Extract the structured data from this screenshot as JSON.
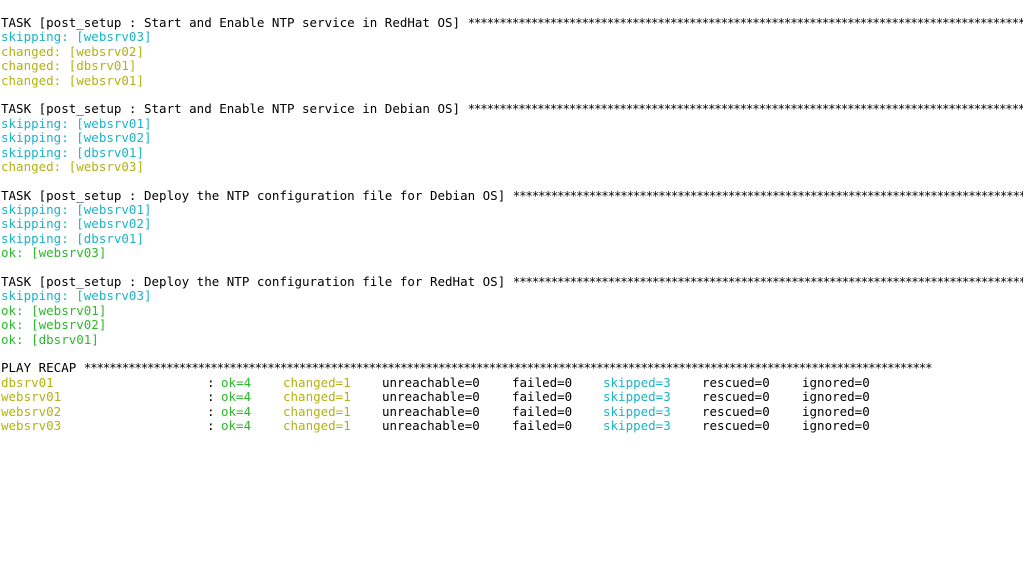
{
  "colors": {
    "skipping": "#1ab4c8",
    "changed": "#b2b212",
    "ok": "#2db82d",
    "default": "#000000",
    "background": "#ffffff"
  },
  "tasks": [
    {
      "title": "TASK [post_setup : Start and Enable NTP service in RedHat OS] ",
      "stars": "**************************************************************************************************************",
      "results": [
        {
          "status": "skipping",
          "text": "skipping: [websrv03]"
        },
        {
          "status": "changed",
          "text": "changed: [websrv02]"
        },
        {
          "status": "changed",
          "text": "changed: [dbsrv01]"
        },
        {
          "status": "changed",
          "text": "changed: [websrv01]"
        }
      ]
    },
    {
      "title": "TASK [post_setup : Start and Enable NTP service in Debian OS] ",
      "stars": "**************************************************************************************************************",
      "results": [
        {
          "status": "skipping",
          "text": "skipping: [websrv01]"
        },
        {
          "status": "skipping",
          "text": "skipping: [websrv02]"
        },
        {
          "status": "skipping",
          "text": "skipping: [dbsrv01]"
        },
        {
          "status": "changed",
          "text": "changed: [websrv03]"
        }
      ]
    },
    {
      "title": "TASK [post_setup : Deploy the NTP configuration file for Debian OS] ",
      "stars": "**************************************************************************************************************",
      "results": [
        {
          "status": "skipping",
          "text": "skipping: [websrv01]"
        },
        {
          "status": "skipping",
          "text": "skipping: [websrv02]"
        },
        {
          "status": "skipping",
          "text": "skipping: [dbsrv01]"
        },
        {
          "status": "ok",
          "text": "ok: [websrv03]"
        }
      ]
    },
    {
      "title": "TASK [post_setup : Deploy the NTP configuration file for RedHat OS] ",
      "stars": "**************************************************************************************************************",
      "results": [
        {
          "status": "skipping",
          "text": "skipping: [websrv03]"
        },
        {
          "status": "ok",
          "text": "ok: [websrv01]"
        },
        {
          "status": "ok",
          "text": "ok: [websrv02]"
        },
        {
          "status": "ok",
          "text": "ok: [dbsrv01]"
        }
      ]
    }
  ],
  "recap": {
    "title": "PLAY RECAP ",
    "stars": "**************************************************************************************************************************************",
    "rows": [
      {
        "host": "dbsrv01",
        "colon": ":",
        "ok": "ok=4",
        "changed": "changed=1",
        "unreachable": "unreachable=0",
        "failed": "failed=0",
        "skipped": "skipped=3",
        "rescued": "rescued=0",
        "ignored": "ignored=0"
      },
      {
        "host": "websrv01",
        "colon": ":",
        "ok": "ok=4",
        "changed": "changed=1",
        "unreachable": "unreachable=0",
        "failed": "failed=0",
        "skipped": "skipped=3",
        "rescued": "rescued=0",
        "ignored": "ignored=0"
      },
      {
        "host": "websrv02",
        "colon": ":",
        "ok": "ok=4",
        "changed": "changed=1",
        "unreachable": "unreachable=0",
        "failed": "failed=0",
        "skipped": "skipped=3",
        "rescued": "rescued=0",
        "ignored": "ignored=0"
      },
      {
        "host": "websrv03",
        "colon": ":",
        "ok": "ok=4",
        "changed": "changed=1",
        "unreachable": "unreachable=0",
        "failed": "failed=0",
        "skipped": "skipped=3",
        "rescued": "rescued=0",
        "ignored": "ignored=0"
      }
    ]
  }
}
